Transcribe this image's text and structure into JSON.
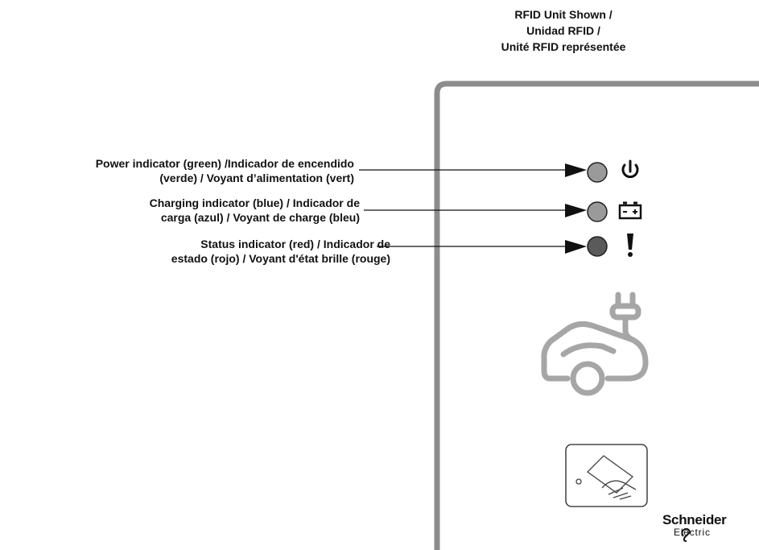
{
  "header": {
    "lines": [
      "RFID Unit Shown /",
      "Unidad RFID /",
      "Unité RFID représentée"
    ]
  },
  "callouts": [
    {
      "lines": [
        "Power indicator (green) /Indicador de encendido",
        "(verde) / Voyant d’alimentation (vert)"
      ],
      "icon": "power-icon"
    },
    {
      "lines": [
        "Charging indicator (blue) / Indicador de",
        "carga (azul) / Voyant de charge (bleu)"
      ],
      "icon": "battery-icon"
    },
    {
      "lines": [
        "Status indicator (red) / Indicador de",
        "estado (rojo) / Voyant d'état brille (rouge)"
      ],
      "icon": "exclamation-icon"
    }
  ],
  "device": {
    "central_icon": "ev-car-plug-icon",
    "card_reader_icon": "rfid-card-hand-icon",
    "brand": {
      "name": "Schneider",
      "sub": "Electric"
    }
  },
  "colors": {
    "panel_border": "#8c8c8c",
    "led_fill": "#9a9a9a",
    "led_status_fill": "#5a5a5a",
    "text": "#111111"
  }
}
